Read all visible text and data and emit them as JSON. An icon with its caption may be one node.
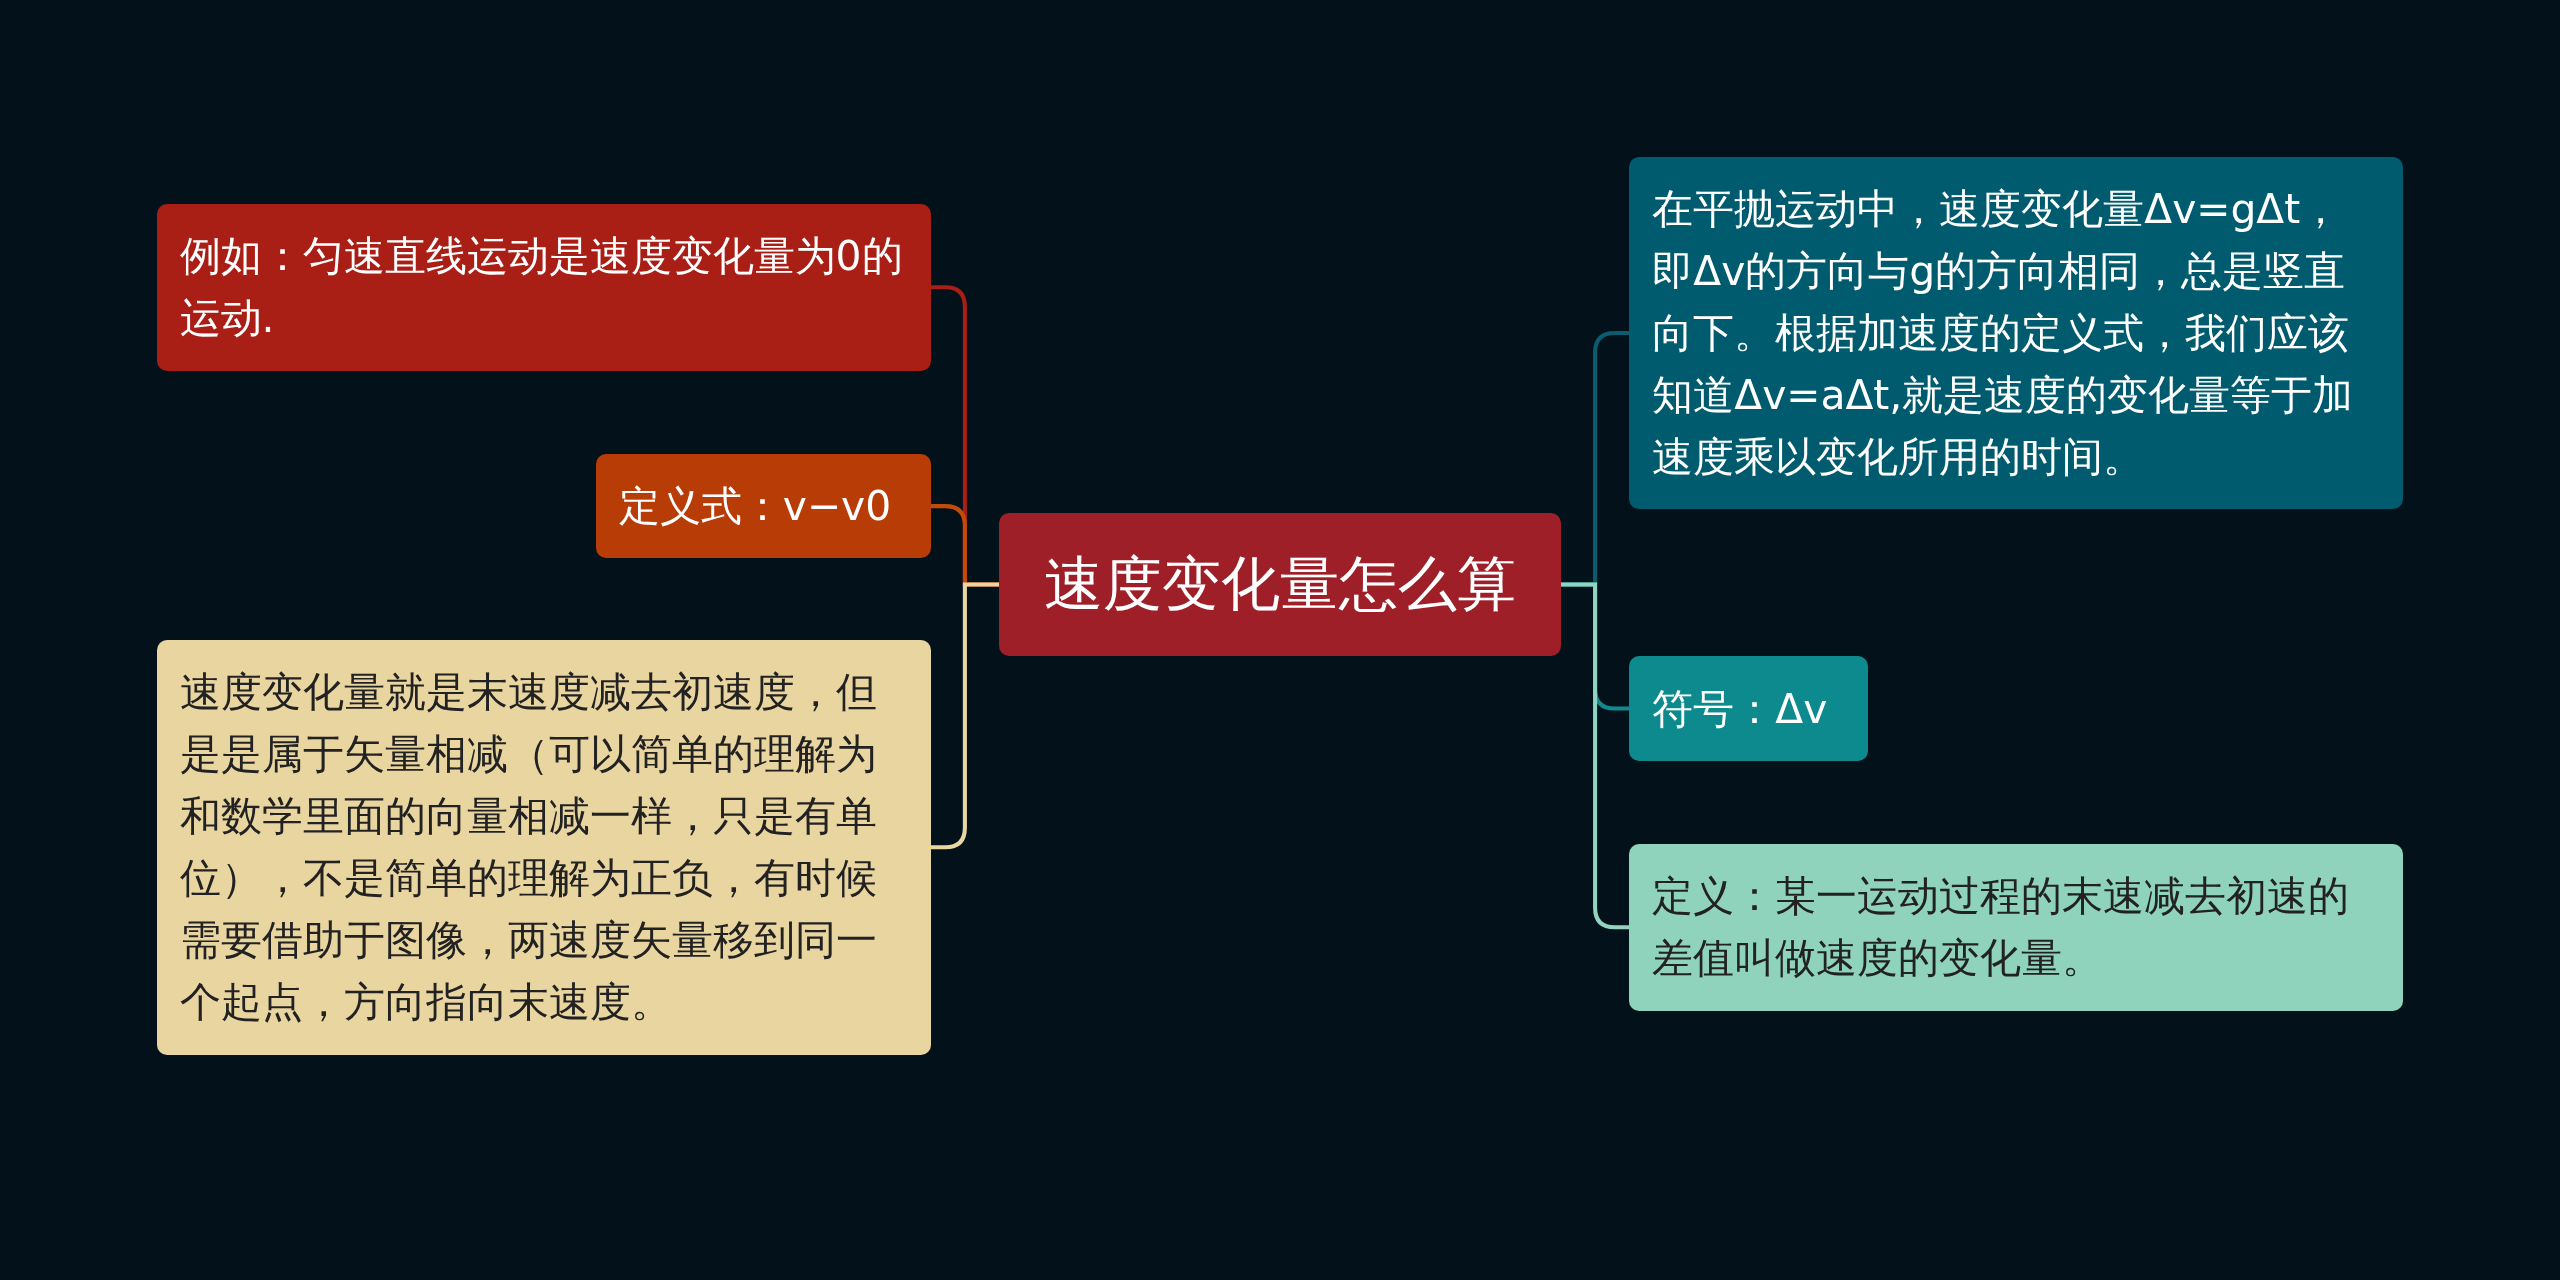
{
  "diagram": {
    "nodes": [
      {
        "text": [
          "速度变化量怎么算"
        ]
      },
      {
        "text": [
          "例如：匀速直线运动是速度变化量为0的运动."
        ]
      },
      {
        "text": [
          "定义式：v−v0"
        ]
      },
      {
        "text": [
          "速度变化量就是末速度减去初速度，但是是属于矢量相减（可以简单的理解为和数学里面的向量相减一样，只是有单位），不是简单的理解为正负，有时候需要借助于图像，两速度矢量移到同一个起点，方向指向末速度。"
        ]
      },
      {
        "text": [
          "在平抛运动中，速度变化量Δv=gΔt，即Δv的方向与g的方向相同，总是竖直向下。根据加速度的定义式，我们应该知道Δv=aΔt,就是速度的变化量等于加速度乘以变化所用的时间。"
        ]
      },
      {
        "text": [
          "符号：Δv"
        ]
      },
      {
        "text": [
          "定义：某一运动过程的末速减去初速的差值叫做速度的变化量。"
        ]
      }
    ],
    "edges": [
      {
        "from": 0,
        "to": 1,
        "arrow": "none",
        "color": "#a91e15"
      },
      {
        "from": 0,
        "to": 2,
        "arrow": "none",
        "color": "#c24a0a"
      },
      {
        "from": 0,
        "to": 3,
        "arrow": "none",
        "color": "#ead6a0"
      },
      {
        "from": 0,
        "to": 4,
        "arrow": "none",
        "color": "#0a5d6e"
      },
      {
        "from": 0,
        "to": 5,
        "arrow": "none",
        "color": "#12898d"
      },
      {
        "from": 0,
        "to": 6,
        "arrow": "none",
        "color": "#92d4bf"
      }
    ]
  }
}
